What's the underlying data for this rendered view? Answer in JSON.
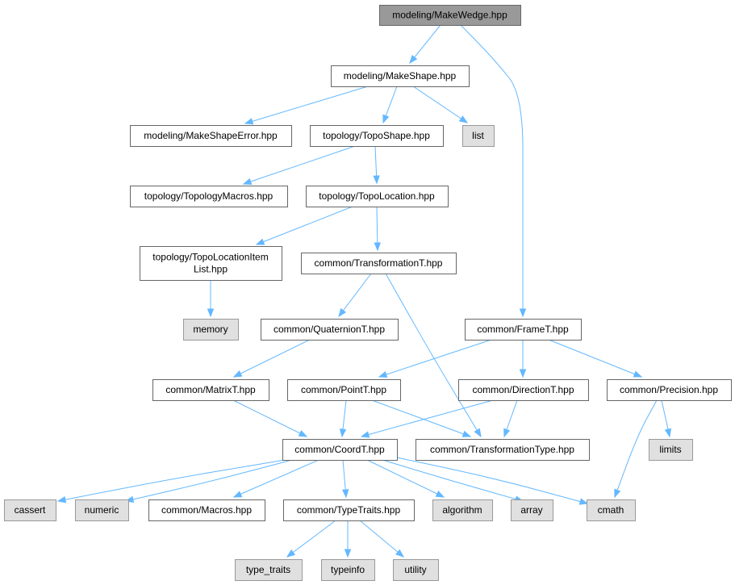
{
  "diagram": {
    "title": "modeling/MakeWedge.hpp",
    "colors": {
      "root_fill": "#999999",
      "root_stroke": "#666666",
      "file_fill": "#ffffff",
      "file_stroke": "#666666",
      "system_fill": "#e0e0e0",
      "system_stroke": "#999999",
      "edge": "#63b8ff",
      "text": "#000000"
    },
    "nodes": [
      {
        "id": "n0",
        "kind": "root",
        "lines": [
          "modeling/MakeWedge.hpp"
        ]
      },
      {
        "id": "n1",
        "kind": "file",
        "lines": [
          "modeling/MakeShape.hpp"
        ]
      },
      {
        "id": "n2",
        "kind": "file",
        "lines": [
          "modeling/MakeShapeError.hpp"
        ]
      },
      {
        "id": "n3",
        "kind": "file",
        "lines": [
          "topology/TopoShape.hpp"
        ]
      },
      {
        "id": "n4",
        "kind": "system",
        "lines": [
          "list"
        ]
      },
      {
        "id": "n5",
        "kind": "file",
        "lines": [
          "topology/TopologyMacros.hpp"
        ]
      },
      {
        "id": "n6",
        "kind": "file",
        "lines": [
          "topology/TopoLocation.hpp"
        ]
      },
      {
        "id": "n7",
        "kind": "file",
        "lines": [
          "topology/TopoLocationItem",
          "List.hpp"
        ]
      },
      {
        "id": "n8",
        "kind": "file",
        "lines": [
          "common/TransformationT.hpp"
        ]
      },
      {
        "id": "n9",
        "kind": "system",
        "lines": [
          "memory"
        ]
      },
      {
        "id": "n10",
        "kind": "file",
        "lines": [
          "common/QuaternionT.hpp"
        ]
      },
      {
        "id": "n11",
        "kind": "file",
        "lines": [
          "common/FrameT.hpp"
        ]
      },
      {
        "id": "n12",
        "kind": "file",
        "lines": [
          "common/MatrixT.hpp"
        ]
      },
      {
        "id": "n13",
        "kind": "file",
        "lines": [
          "common/PointT.hpp"
        ]
      },
      {
        "id": "n14",
        "kind": "file",
        "lines": [
          "common/DirectionT.hpp"
        ]
      },
      {
        "id": "n15",
        "kind": "file",
        "lines": [
          "common/Precision.hpp"
        ]
      },
      {
        "id": "n16",
        "kind": "file",
        "lines": [
          "common/CoordT.hpp"
        ]
      },
      {
        "id": "n17",
        "kind": "file",
        "lines": [
          "common/TransformationType.hpp"
        ]
      },
      {
        "id": "n18",
        "kind": "system",
        "lines": [
          "limits"
        ]
      },
      {
        "id": "n19",
        "kind": "system",
        "lines": [
          "cassert"
        ]
      },
      {
        "id": "n20",
        "kind": "system",
        "lines": [
          "numeric"
        ]
      },
      {
        "id": "n21",
        "kind": "file",
        "lines": [
          "common/Macros.hpp"
        ]
      },
      {
        "id": "n22",
        "kind": "file",
        "lines": [
          "common/TypeTraits.hpp"
        ]
      },
      {
        "id": "n23",
        "kind": "system",
        "lines": [
          "algorithm"
        ]
      },
      {
        "id": "n24",
        "kind": "system",
        "lines": [
          "array"
        ]
      },
      {
        "id": "n25",
        "kind": "system",
        "lines": [
          "cmath"
        ]
      },
      {
        "id": "n26",
        "kind": "system",
        "lines": [
          "type_traits"
        ]
      },
      {
        "id": "n27",
        "kind": "system",
        "lines": [
          "typeinfo"
        ]
      },
      {
        "id": "n28",
        "kind": "system",
        "lines": [
          "utility"
        ]
      }
    ],
    "edges": [
      {
        "from": "n0",
        "to": "n1"
      },
      {
        "from": "n0",
        "to": "n11"
      },
      {
        "from": "n1",
        "to": "n2"
      },
      {
        "from": "n1",
        "to": "n3"
      },
      {
        "from": "n1",
        "to": "n4"
      },
      {
        "from": "n3",
        "to": "n5"
      },
      {
        "from": "n3",
        "to": "n6"
      },
      {
        "from": "n6",
        "to": "n7"
      },
      {
        "from": "n6",
        "to": "n8"
      },
      {
        "from": "n7",
        "to": "n9"
      },
      {
        "from": "n8",
        "to": "n10"
      },
      {
        "from": "n8",
        "to": "n17"
      },
      {
        "from": "n10",
        "to": "n12"
      },
      {
        "from": "n11",
        "to": "n13"
      },
      {
        "from": "n11",
        "to": "n14"
      },
      {
        "from": "n11",
        "to": "n15"
      },
      {
        "from": "n12",
        "to": "n16"
      },
      {
        "from": "n13",
        "to": "n16"
      },
      {
        "from": "n13",
        "to": "n17"
      },
      {
        "from": "n14",
        "to": "n16"
      },
      {
        "from": "n14",
        "to": "n17"
      },
      {
        "from": "n15",
        "to": "n18"
      },
      {
        "from": "n15",
        "to": "n25"
      },
      {
        "from": "n16",
        "to": "n19"
      },
      {
        "from": "n16",
        "to": "n20"
      },
      {
        "from": "n16",
        "to": "n21"
      },
      {
        "from": "n16",
        "to": "n22"
      },
      {
        "from": "n16",
        "to": "n23"
      },
      {
        "from": "n16",
        "to": "n24"
      },
      {
        "from": "n16",
        "to": "n25"
      },
      {
        "from": "n22",
        "to": "n26"
      },
      {
        "from": "n22",
        "to": "n27"
      },
      {
        "from": "n22",
        "to": "n28"
      }
    ]
  }
}
